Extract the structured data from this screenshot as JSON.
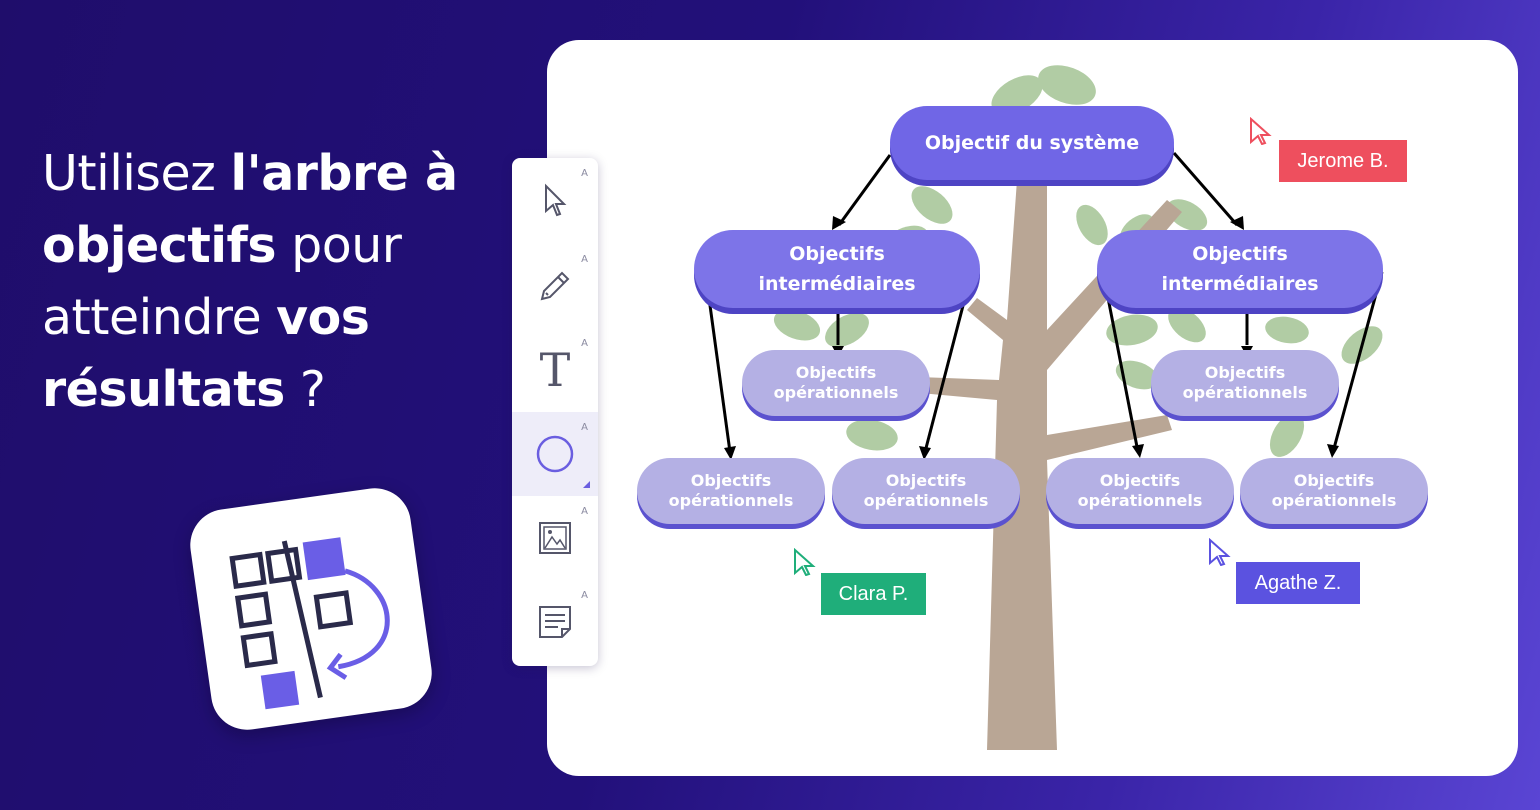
{
  "headline": {
    "line1_plain": "Utilisez ",
    "line1_bold": "l'arbre à",
    "line2_bold": "objectifs",
    "line2_plain": " pour",
    "line3_plain": "atteindre ",
    "line3_bold": "vos",
    "line4_bold": "résultats",
    "line4_plain": " ?"
  },
  "toolbar": {
    "tools": [
      {
        "name": "select",
        "icon": "cursor-arrow-icon",
        "key": "A"
      },
      {
        "name": "pen",
        "icon": "pencil-icon",
        "key": "A"
      },
      {
        "name": "text",
        "icon": "text-t-icon",
        "key": "A",
        "glyph": "T"
      },
      {
        "name": "shape",
        "icon": "circle-icon",
        "key": "A",
        "active": true
      },
      {
        "name": "image",
        "icon": "image-icon",
        "key": "A"
      },
      {
        "name": "note",
        "icon": "sticky-note-icon",
        "key": "A"
      }
    ]
  },
  "diagram": {
    "root": "Objectif du système",
    "intermediate_left": [
      "Objectifs",
      "intermédiaires"
    ],
    "intermediate_right": [
      "Objectifs",
      "intermédiaires"
    ],
    "op_mid_left": [
      "Objectifs",
      "opérationnels"
    ],
    "op_mid_right": [
      "Objectifs",
      "opérationnels"
    ],
    "op_bottom_1": [
      "Objectifs",
      "opérationnels"
    ],
    "op_bottom_2": [
      "Objectifs",
      "opérationnels"
    ],
    "op_bottom_3": [
      "Objectifs",
      "opérationnels"
    ],
    "op_bottom_4": [
      "Objectifs",
      "opérationnels"
    ]
  },
  "collaborators": [
    {
      "name": "Jerome B.",
      "color": "#ee4f5e"
    },
    {
      "name": "Clara P.",
      "color": "#1fae7a"
    },
    {
      "name": "Agathe Z.",
      "color": "#5b52e0"
    }
  ],
  "colors": {
    "background": "#22107a",
    "node_primary": "#7066e6",
    "node_secondary": "#b4b0e4",
    "tree_trunk": "#b9a695",
    "leaf": "#a9c79a"
  }
}
